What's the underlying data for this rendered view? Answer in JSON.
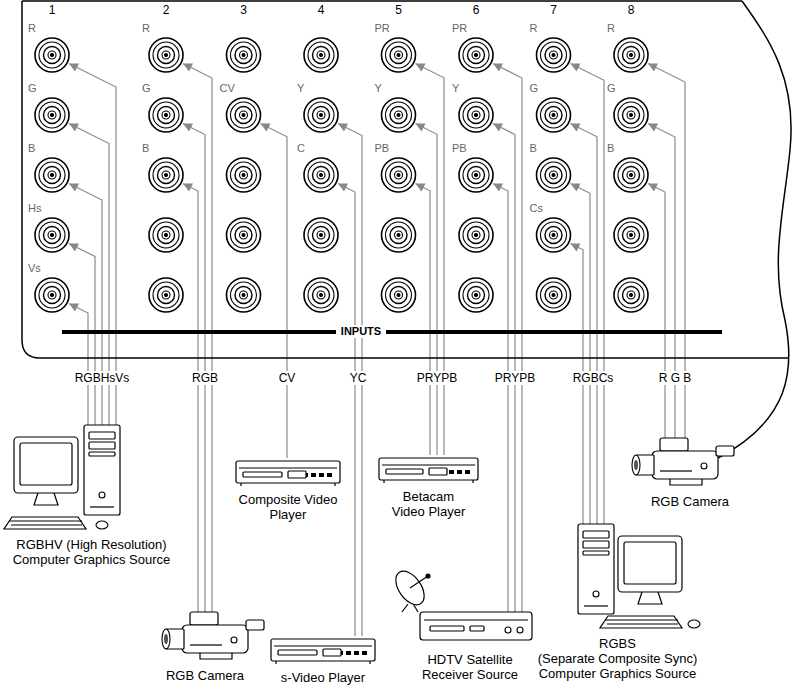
{
  "diagram": {
    "nodes": [
      {
        "text": [
          "INPUTS"
        ]
      },
      {
        "text": [
          "RGBHV (High Resolution) Computer Graphics Source"
        ]
      },
      {
        "text": [
          "Composite Video Player"
        ]
      },
      {
        "text": [
          "Betacam Video Player"
        ]
      },
      {
        "text": [
          "RGB Camera"
        ]
      },
      {
        "text": [
          "RGBS",
          "(Separate Composite Sync) Computer Graphics Source"
        ]
      },
      {
        "text": [
          "RGB Camera"
        ]
      },
      {
        "text": [
          "s-Video Player"
        ]
      },
      {
        "text": [
          "HDTV Satellite Receiver Source"
        ]
      }
    ],
    "edges": [
      {
        "from": 1,
        "to": 0,
        "arrow": "to",
        "label": "RGBHsVs"
      },
      {
        "from": 6,
        "to": 0,
        "arrow": "to",
        "label": "RGB"
      },
      {
        "from": 2,
        "to": 0,
        "arrow": "to",
        "label": "CV"
      },
      {
        "from": 7,
        "to": 0,
        "arrow": "to",
        "label": "YC"
      },
      {
        "from": 3,
        "to": 0,
        "arrow": "to",
        "label": "PRYPB"
      },
      {
        "from": 8,
        "to": 0,
        "arrow": "to",
        "label": "PRYPB"
      },
      {
        "from": 5,
        "to": 0,
        "arrow": "to",
        "label": "RGBCs"
      },
      {
        "from": 4,
        "to": 0,
        "arrow": "to",
        "label": "R G B"
      }
    ],
    "labels": [
      "1",
      "R",
      "G",
      "B",
      "Hs",
      "Vs",
      "2",
      "R",
      "G",
      "B",
      "3",
      "CV",
      "4",
      "Y",
      "C",
      "5",
      "PR",
      "Y",
      "PB",
      "6",
      "PR",
      "Y",
      "PB",
      "7",
      "R",
      "G",
      "B",
      "Cs",
      "8",
      "R",
      "G",
      "B"
    ]
  }
}
